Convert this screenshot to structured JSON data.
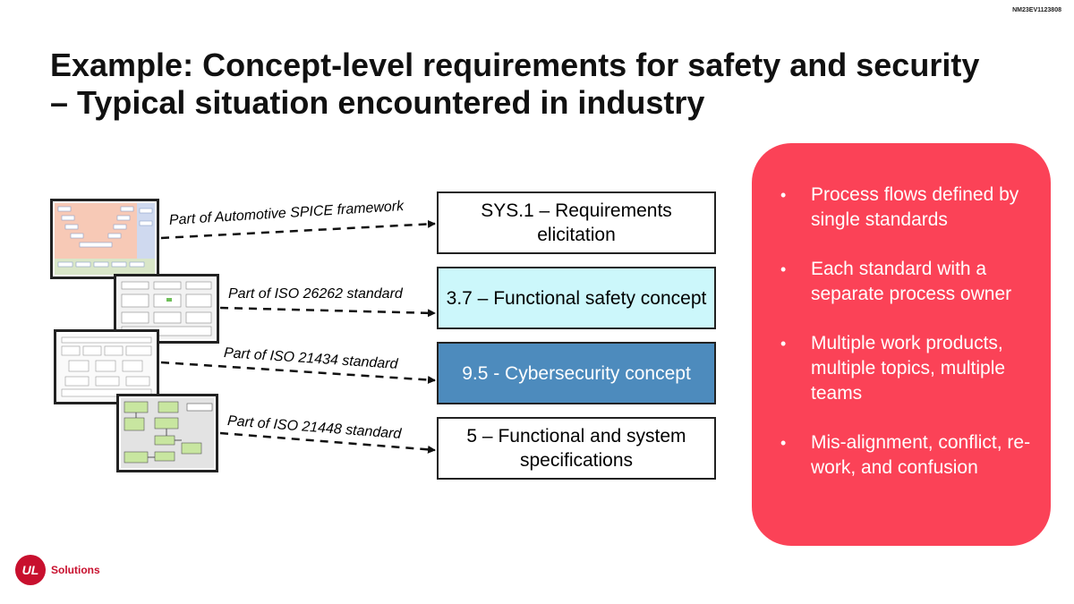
{
  "doc_id": "NM23EV1123808",
  "title": "Example: Concept-level requirements for safety and security – Typical situation encountered in industry",
  "arrow_labels": {
    "aspice": "Part of Automotive SPICE framework",
    "iso26262": "Part of ISO 26262 standard",
    "iso21434": "Part of ISO 21434 standard",
    "iso21448": "Part of ISO 21448 standard"
  },
  "boxes": {
    "sys1": "SYS.1 – Requirements elicitation",
    "fsc": "3.7 – Functional safety concept",
    "csc": "9.5 - Cybersecurity concept",
    "fss": "5 – Functional and system specifications"
  },
  "bullets": [
    "Process flows defined by single standards",
    "Each standard with a separate process owner",
    "Multiple work products, multiple topics, multiple teams",
    "Mis-alignment, conflict, re-work, and confusion"
  ],
  "bullet_char": "•",
  "logo": {
    "mark": "UL",
    "text": "Solutions"
  },
  "colors": {
    "panel": "#fb4257",
    "fsc_box": "#ccf7fb",
    "csc_box": "#4d8bbd",
    "logo_red": "#c8102e"
  }
}
